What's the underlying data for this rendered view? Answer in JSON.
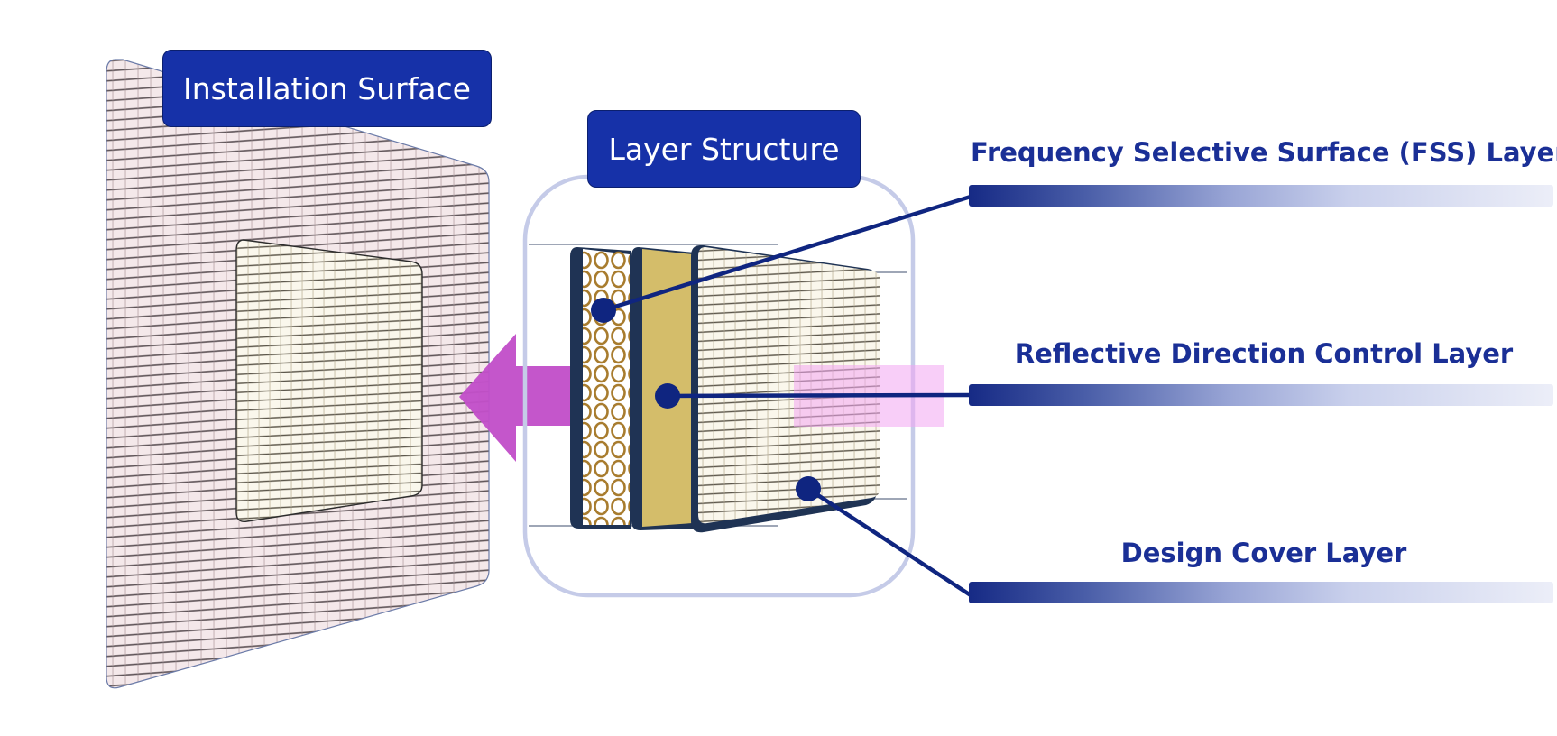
{
  "badges": {
    "installation_surface": "Installation Surface",
    "layer_structure": "Layer Structure"
  },
  "layers": [
    {
      "label": "Frequency Selective Surface (FSS) Layer",
      "target": "fss-panel"
    },
    {
      "label": "Reflective Direction Control Layer",
      "target": "reflective-panel"
    },
    {
      "label": "Design Cover Layer",
      "target": "design-cover-panel"
    }
  ],
  "colors": {
    "badge_fill": "#1631a8",
    "label_text": "#1a2f96",
    "leader_line": "#0f2580",
    "arrow": "#c24fc9",
    "fss_ring": "#a87c2e",
    "reflective_fill": "#d4bd6a",
    "enclosure_outline": "#c5cbe8",
    "surface_tile": "#ecd9dc",
    "cover_tile": "#f4efe0"
  }
}
